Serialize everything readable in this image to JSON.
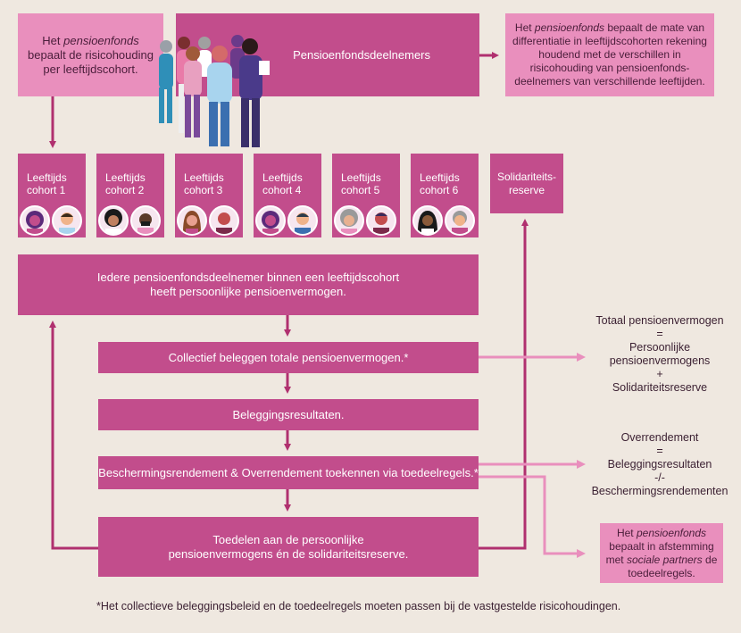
{
  "top": {
    "left_box_pre": "Het ",
    "left_box_em": "pensioenfonds",
    "left_box_post": " bepaalt de risicohouding per leeftijdscohort.",
    "center_box": "Pensioenfondsdeelnemers",
    "right_box_pre": "Het ",
    "right_box_em": "pensioenfonds",
    "right_box_post": " bepaalt de mate van differentiatie in leeftijdscohorten rekening houdend met de verschillen in risicohouding van pensioenfonds-deelnemers van verschillende leeftijden."
  },
  "cohorts": [
    {
      "label_line1": "Leeftijds",
      "label_line2": "cohort 1"
    },
    {
      "label_line1": "Leeftijds",
      "label_line2": "cohort 2"
    },
    {
      "label_line1": "Leeftijds",
      "label_line2": "cohort 3"
    },
    {
      "label_line1": "Leeftijds",
      "label_line2": "cohort 4"
    },
    {
      "label_line1": "Leeftijds",
      "label_line2": "cohort 5"
    },
    {
      "label_line1": "Leeftijds",
      "label_line2": "cohort 6"
    }
  ],
  "solidarity_box": {
    "line1": "Solidariteits-",
    "line2": "reserve"
  },
  "flow": {
    "step1_line1": "Iedere pensioenfondsdeelnemer binnen een leeftijdscohort",
    "step1_line2": "heeft persoonlijke pensioenvermogen.",
    "step2": "Collectief beleggen totale pensioenvermogen.*",
    "step3": "Beleggingsresultaten.",
    "step4": "Beschermingsrendement & Overrendement toekennen via toedeelregels.*",
    "step5_line1": "Toedelen aan de persoonlijke",
    "step5_line2": "pensioenvermogens én de solidariteitsreserve."
  },
  "side": {
    "total": [
      "Totaal pensioenvermogen",
      "=",
      "Persoonlijke",
      "pensioenvermogens",
      "+",
      "Solidariteitsreserve"
    ],
    "over": [
      "Overrendement",
      "=",
      "Beleggingsresultaten",
      "-/-",
      "Beschermingsrendementen"
    ],
    "fund_pre": "Het ",
    "fund_em1": "pensioenfonds",
    "fund_mid1": " bepaalt in afstemming met ",
    "fund_em2": "sociale partners",
    "fund_post": " de toedeelregels."
  },
  "footnote": "*Het collectieve beleggingsbeleid en de toedeelregels moeten passen bij de vastgestelde risicohoudingen.",
  "colors": {
    "background": "#efe8e0",
    "dark": "#c24d8c",
    "light": "#e98fbd",
    "line_dark": "#b0306f",
    "line_light": "#e98fbd"
  }
}
